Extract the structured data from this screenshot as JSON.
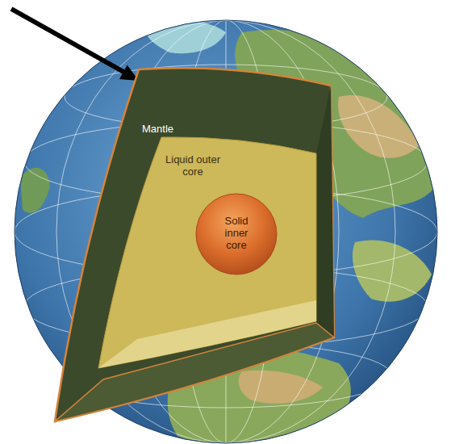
{
  "diagram": {
    "nodes": [
      {
        "text": [
          "Mantle"
        ]
      },
      {
        "text": [
          "Liquid outer core"
        ],
        "in": 0
      },
      {
        "text": [
          "Solid inner core"
        ],
        "in": 1
      }
    ]
  }
}
